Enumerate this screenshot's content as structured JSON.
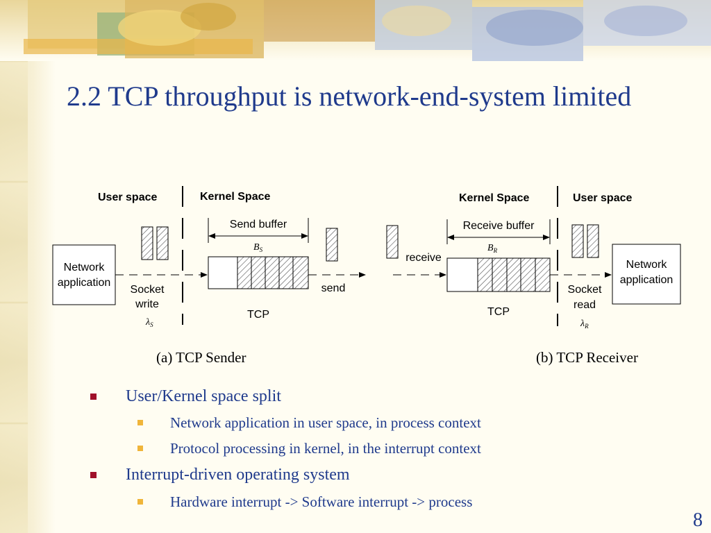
{
  "title": "2.2 TCP throughput is network-end-system limited",
  "diagram": {
    "sender": {
      "user_space": "User space",
      "kernel_space": "Kernel Space",
      "network_app_line1": "Network",
      "network_app_line2": "application",
      "socket_write_line1": "Socket",
      "socket_write_line2": "write",
      "lambda": "λ",
      "lambda_sub": "S",
      "buffer_label": "Send buffer",
      "buffer_symbol": "B",
      "buffer_sub": "S",
      "tcp": "TCP",
      "send": "send"
    },
    "receiver": {
      "user_space": "User space",
      "kernel_space": "Kernel Space",
      "network_app_line1": "Network",
      "network_app_line2": "application",
      "socket_read_line1": "Socket",
      "socket_read_line2": "read",
      "lambda": "λ",
      "lambda_sub": "R",
      "buffer_label": "Receive buffer",
      "buffer_symbol": "B",
      "buffer_sub": "R",
      "tcp": "TCP",
      "receive": "receive"
    }
  },
  "captions": {
    "sender": "(a) TCP Sender",
    "receiver": "(b) TCP Receiver"
  },
  "bullets": [
    {
      "text": "User/Kernel space split",
      "sub": [
        "Network application in user space, in process context",
        "Protocol processing in kernel, in the interrupt context"
      ]
    },
    {
      "text": "Interrupt-driven operating system",
      "sub": [
        "Hardware interrupt -> Software interrupt -> process"
      ]
    }
  ],
  "page_number": "8",
  "colors": {
    "title": "#1f3a8c",
    "bullet_l1": "#a0102a",
    "bullet_l2": "#f0b53a"
  }
}
